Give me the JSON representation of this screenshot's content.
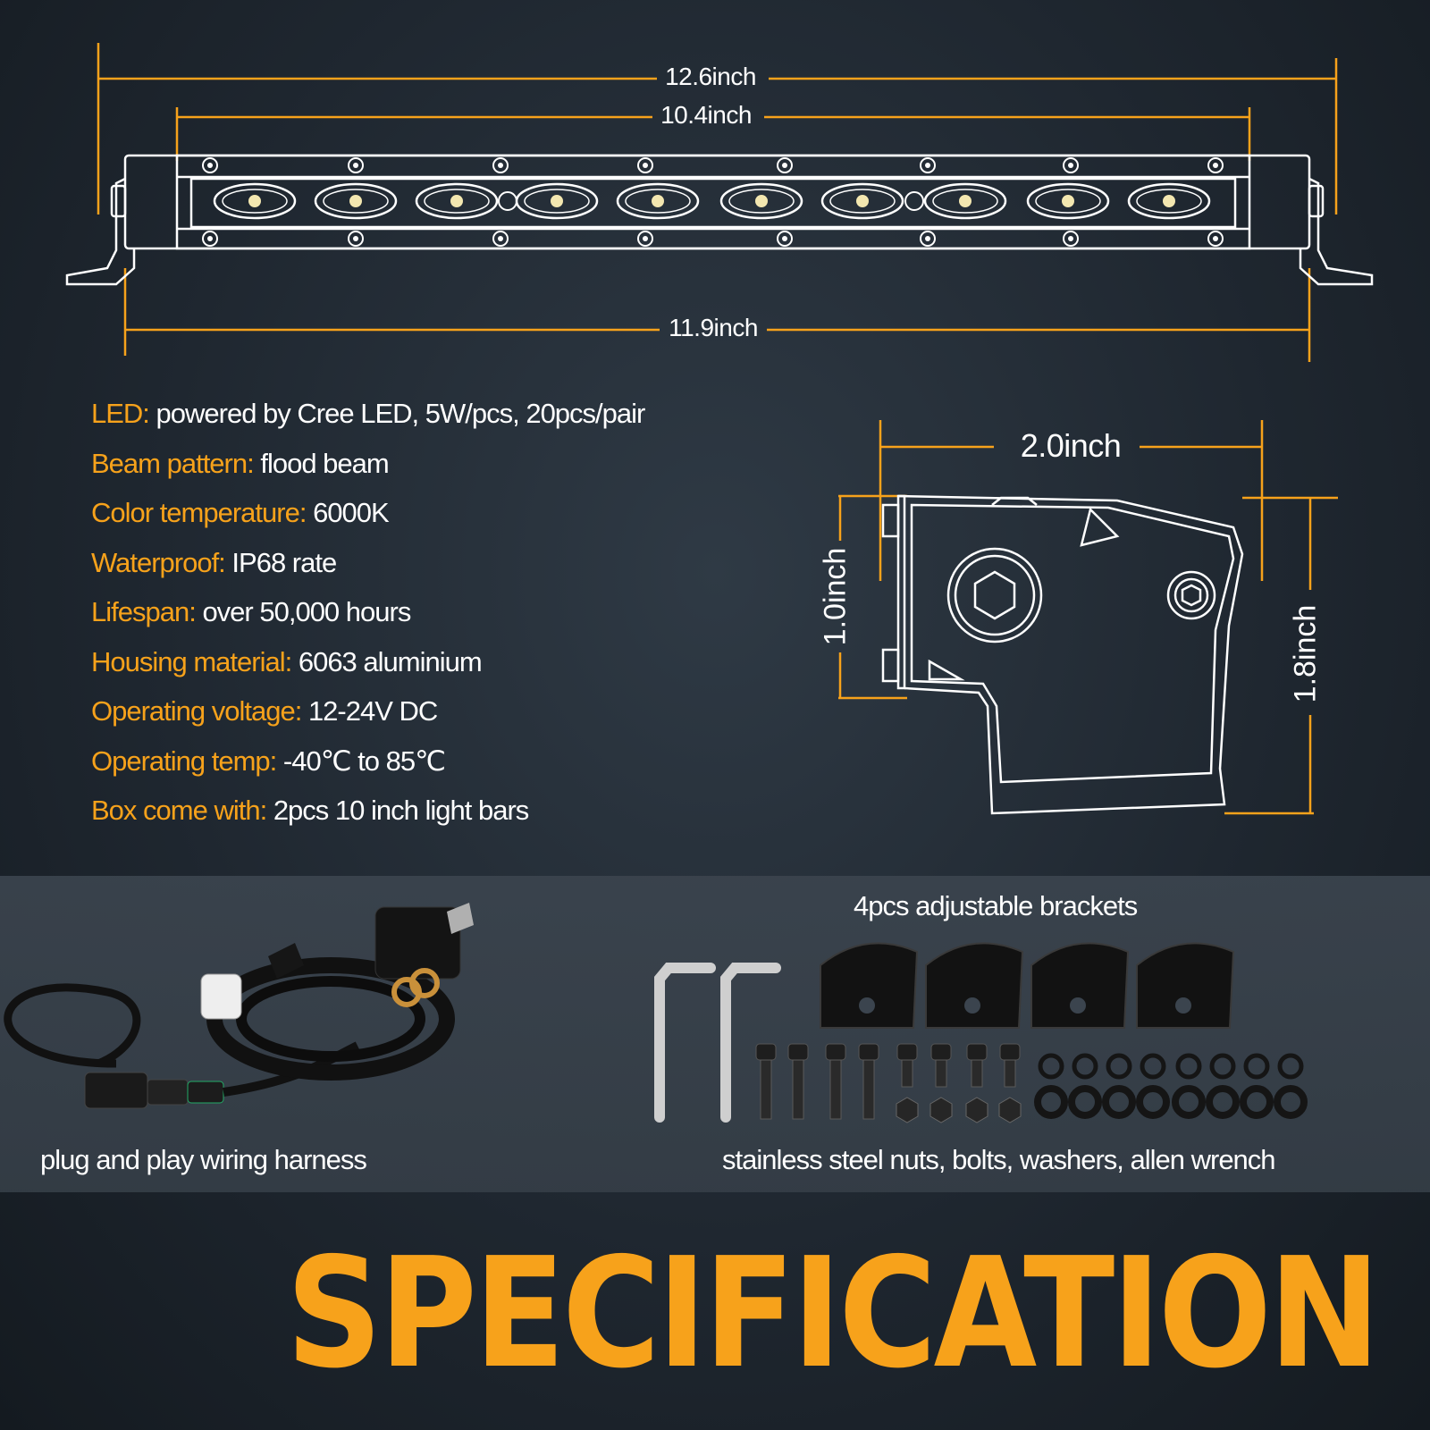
{
  "colors": {
    "accent": "#f7a21b",
    "text": "#ffffff",
    "background": "#1f2730"
  },
  "dimensions": {
    "overall_length": "12.6inch",
    "lens_length": "10.4inch",
    "mount_length": "11.9inch",
    "width": "2.0inch",
    "housing_height": "1.0inch",
    "total_height": "1.8inch"
  },
  "specs": [
    {
      "key": "LED:",
      "value": " powered by Cree LED, 5W/pcs, 20pcs/pair"
    },
    {
      "key": "Beam pattern:",
      "value": " flood beam"
    },
    {
      "key": "Color temperature:",
      "value": " 6000K"
    },
    {
      "key": "Waterproof:",
      "value": " IP68 rate"
    },
    {
      "key": "Lifespan:",
      "value": " over 50,000 hours"
    },
    {
      "key": "Housing material:",
      "value": " 6063 aluminium"
    },
    {
      "key": "Operating voltage:",
      "value": " 12-24V DC"
    },
    {
      "key": "Operating temp:",
      "value": " -40℃ to 85℃"
    },
    {
      "key": "Box come with:",
      "value": " 2pcs 10 inch light bars"
    }
  ],
  "accessories": {
    "brackets_caption": "4pcs adjustable brackets",
    "harness_caption": "plug and play wiring harness",
    "hardware_caption": "stainless steel nuts, bolts, washers, allen wrench"
  },
  "title": "SPECIFICATION"
}
